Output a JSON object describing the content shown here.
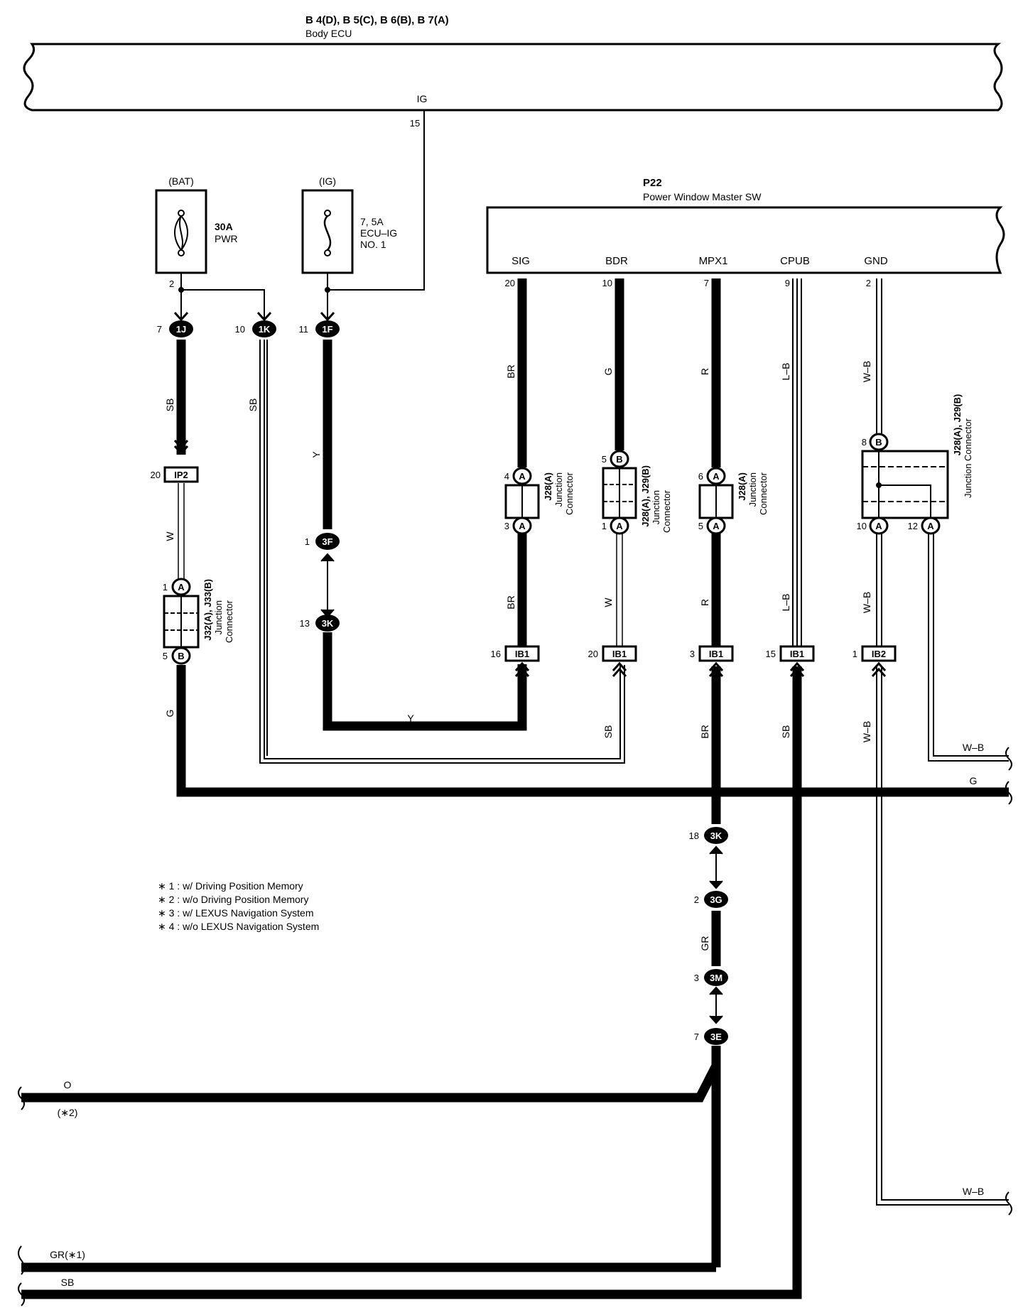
{
  "body_ecu": {
    "title": "B 4(D), B 5(C), B 6(B), B 7(A)",
    "name": "Body ECU",
    "pin_label": "IG",
    "pin_number": "15"
  },
  "fuses": {
    "bat": {
      "supply": "(BAT)",
      "rating": "30A",
      "name": "PWR",
      "pin": "2"
    },
    "ig": {
      "supply": "(IG)",
      "rating": "7, 5A",
      "name_line1": "ECU–IG",
      "name_line2": "NO. 1"
    }
  },
  "switch": {
    "ref": "P22",
    "name": "Power Window Master SW",
    "pins": [
      {
        "label": "SIG",
        "number": "20"
      },
      {
        "label": "BDR",
        "number": "10"
      },
      {
        "label": "MPX1",
        "number": "7"
      },
      {
        "label": "CPUB",
        "number": "9"
      },
      {
        "label": "GND",
        "number": "2"
      }
    ]
  },
  "connectors": {
    "c1j": {
      "code": "1J",
      "pin": "7"
    },
    "c1k": {
      "code": "1K",
      "pin": "10"
    },
    "c1f": {
      "code": "1F",
      "pin": "11"
    },
    "c3f": {
      "code": "3F",
      "pin": "1"
    },
    "c3k_a": {
      "code": "3K",
      "pin": "13"
    },
    "c3k_b": {
      "code": "3K",
      "pin": "18"
    },
    "c3g": {
      "code": "3G",
      "pin": "2"
    },
    "c3m": {
      "code": "3M",
      "pin": "3"
    },
    "c3e": {
      "code": "3E",
      "pin": "7"
    },
    "ip2": {
      "code": "IP2",
      "pin": "20"
    },
    "ib1_a": {
      "code": "IB1",
      "pin": "16"
    },
    "ib1_b": {
      "code": "IB1",
      "pin": "20"
    },
    "ib1_c": {
      "code": "IB1",
      "pin": "3"
    },
    "ib1_d": {
      "code": "IB1",
      "pin": "15"
    },
    "ib2": {
      "code": "IB2",
      "pin": "1"
    }
  },
  "junctions": {
    "j32": {
      "line1": "J32(A), J33(B)",
      "line2": "Junction",
      "line3": "Connector",
      "top_pin": "1",
      "top_letter": "A",
      "bottom_pin": "5",
      "bottom_letter": "B"
    },
    "j28_sig": {
      "line1": "J28(A)",
      "line2": "Junction",
      "line3": "Connector",
      "top_pin": "4",
      "top_letter": "A",
      "bottom_pin": "3",
      "bottom_letter": "A"
    },
    "j28_bdr": {
      "line1": "J28(A), J29(B)",
      "line2": "Junction",
      "line3": "Connector",
      "top_pin": "5",
      "top_letter": "B",
      "bottom_pin": "1",
      "bottom_letter": "A"
    },
    "j28_mpx": {
      "line1": "J28(A)",
      "line2": "Junction",
      "line3": "Connector",
      "top_pin": "6",
      "top_letter": "A",
      "bottom_pin": "5",
      "bottom_letter": "A"
    },
    "j28_gnd": {
      "line1": "J28(A), J29(B)",
      "line2": "Junction Connector",
      "top_pin": "8",
      "top_letter": "B",
      "bottom_pin": "10",
      "bottom_letter": "A",
      "bottom2_pin": "12",
      "bottom2_letter": "A"
    }
  },
  "wire_colors": {
    "sb_1j": "SB",
    "sb_1k": "SB",
    "w_ip2": "W",
    "g_j32": "G",
    "y_1f": "Y",
    "y_h": "Y",
    "br_sig": "BR",
    "br_sig2": "BR",
    "g_bdr": "G",
    "w_bdr": "W",
    "sb_bdr": "SB",
    "r_mpx": "R",
    "r_mpx2": "R",
    "br_mpx": "BR",
    "gr_3g": "GR",
    "lb_cpub": "L–B",
    "lb_cpub2": "L–B",
    "sb_cpub": "SB",
    "wb_gnd": "W–B",
    "wb_gnd2": "W–B",
    "wb_gnd3": "W–B",
    "wb_right1": "W–B",
    "g_right": "G",
    "wb_right2": "W–B",
    "o_left": "O",
    "o_note": "(∗2)",
    "gr_left": "GR(∗1)",
    "sb_left": "SB"
  },
  "notes": [
    "∗ 1 : w/ Driving Position Memory",
    "∗ 2 : w/o Driving Position Memory",
    "∗ 3 : w/ LEXUS Navigation System",
    "∗ 4 : w/o LEXUS Navigation System"
  ]
}
